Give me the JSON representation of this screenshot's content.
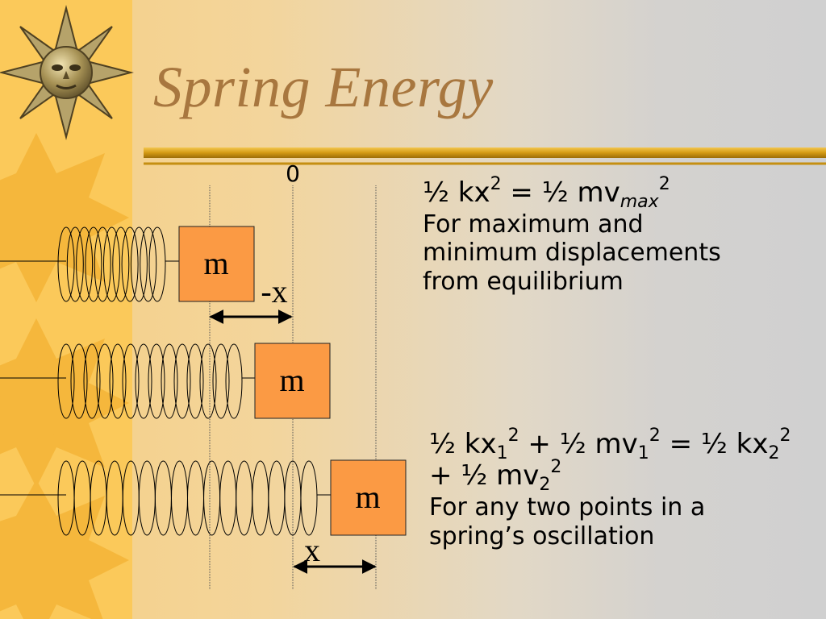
{
  "slide": {
    "title": "Spring Energy",
    "colors": {
      "title": "#a8773f",
      "bar": "#d9a21b",
      "mass_fill": "#fb9a44",
      "left_strip": "#fbc95a",
      "sun_pattern": "#f5b73c"
    }
  },
  "diagram": {
    "zero_label": "0",
    "mass_label": "m",
    "neg_x_label": "-x",
    "pos_x_label": "x"
  },
  "equations": {
    "eq1": {
      "half": "½",
      "kx": "kx",
      "exp": "2",
      "equals": "=",
      "mv": "mv",
      "sub": "max",
      "note": "For maximum and minimum displacements from equilibrium"
    },
    "eq2": {
      "half": "½",
      "kx": "kx",
      "mv": "mv",
      "sub1": "1",
      "sub2": "2",
      "exp": "2",
      "plus": "+",
      "equals": "=",
      "note": "For any two points in a spring’s oscillation"
    }
  }
}
